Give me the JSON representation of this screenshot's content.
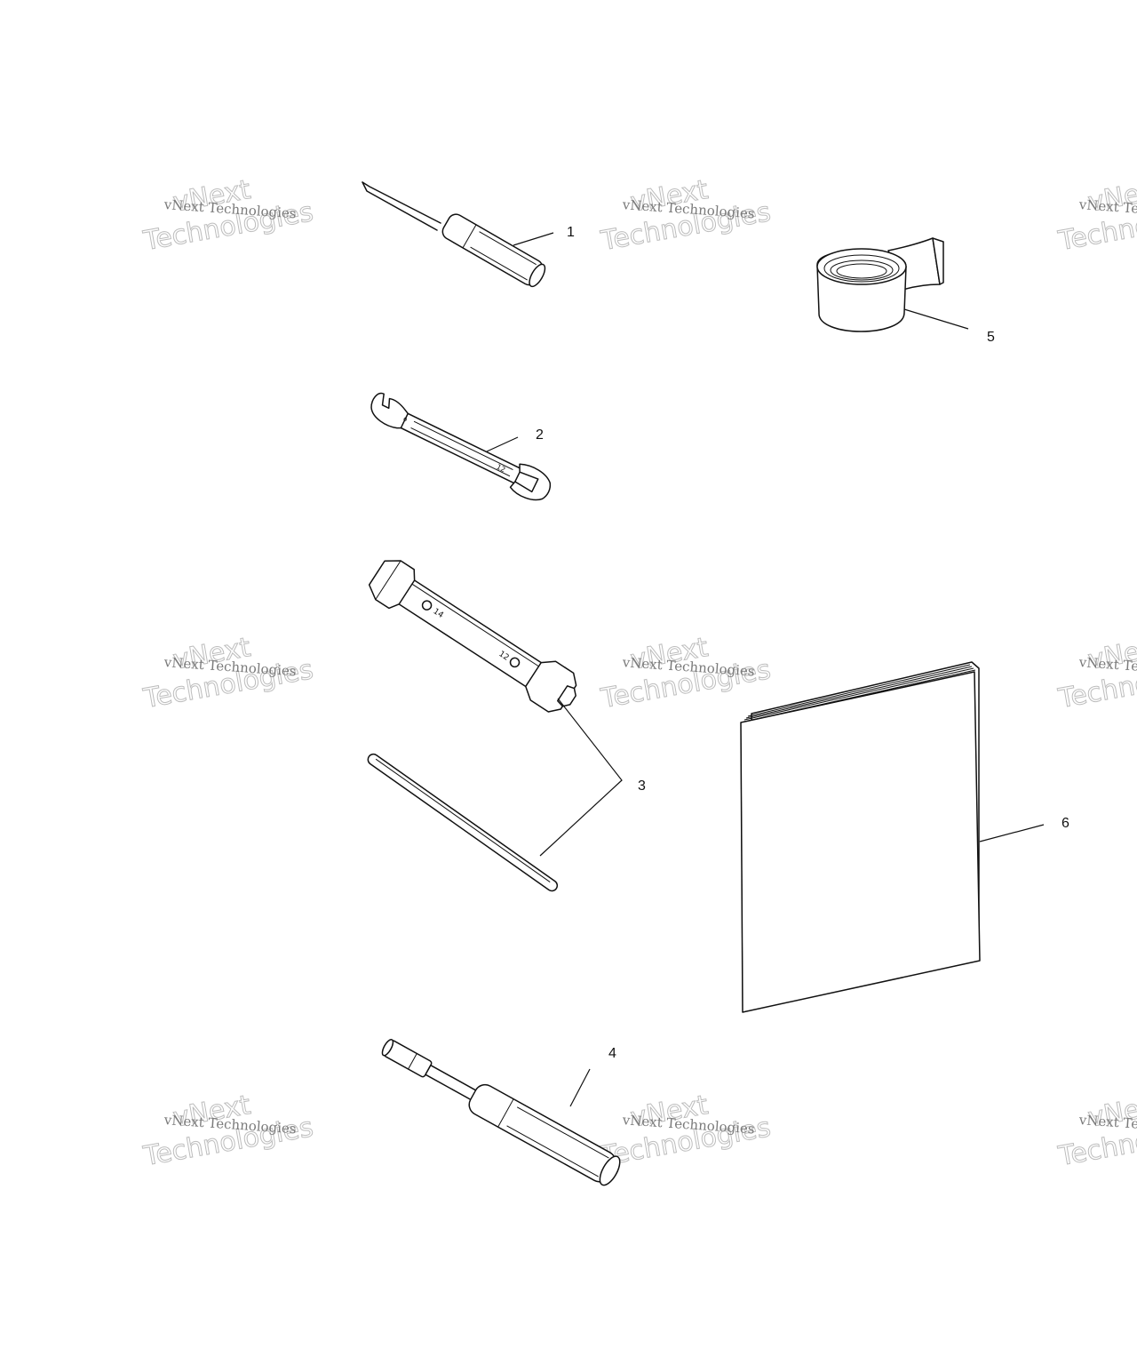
{
  "watermark": {
    "small_text": "vNext Technologies",
    "large_line1": "vNext",
    "large_line2": "Technologies"
  },
  "callouts": {
    "c1": "1",
    "c2": "2",
    "c3": "3",
    "c4": "4",
    "c5": "5",
    "c6": "6"
  },
  "part_markings": {
    "wrench_size": "12",
    "socket_size_a": "14",
    "socket_size_b": "12"
  }
}
